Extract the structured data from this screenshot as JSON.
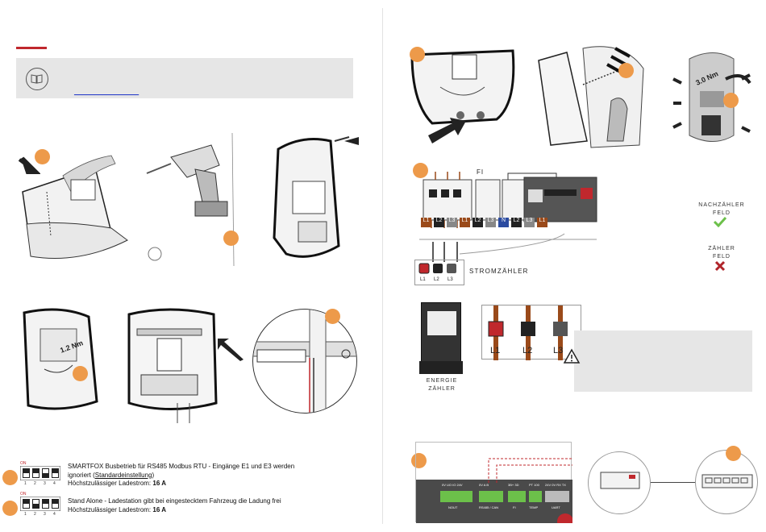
{
  "header": {
    "info_link": "________________"
  },
  "fi_label": "FI",
  "terminals": [
    "L1",
    "L2",
    "L3",
    "L1",
    "L2",
    "L3",
    "N",
    "L2",
    "L3",
    "L1"
  ],
  "stromzaehler_label": "STROMZÄHLER",
  "ct_labels": [
    "L1",
    "L2",
    "L3"
  ],
  "energie_label_1": "ENERGIE",
  "energie_label_2": "ZÄHLER",
  "ct_closeup_labels": [
    "L1",
    "L2",
    "L3"
  ],
  "nachzaehler": {
    "line1": "NACHZÄHLER",
    "line2": "FELD"
  },
  "zaehler": {
    "line1": "ZÄHLER",
    "line2": "FELD"
  },
  "torque_top": "3.0 Nm",
  "torque_bottom": "1.2 Nm",
  "dip": {
    "on_label": "ON",
    "numbers": [
      "1",
      "2",
      "3",
      "4"
    ],
    "row1": {
      "line1": "SMARTFOX Busbetrieb für RS485 Modbus RTU - Eingänge E1 und E3 werden",
      "line2_pre": "ignoriert (",
      "line2_link": "Standardeinstellung",
      "line2_post": ")",
      "line3_pre": "Höchstzulässiger Ladestrom: ",
      "line3_bold": "16 A"
    },
    "row2": {
      "line1": "Stand Alone - Ladestation gibt bei eingestecktem Fahrzeug die Ladung frei",
      "line3_pre": "Höchstzulässiger Ladestrom: ",
      "line3_bold": "16 A"
    }
  },
  "board": {
    "pins_1": "0V  UO  IO  24V",
    "pins_2": "0V  A  B",
    "pins_3": "3B+ 3D",
    "pins_4": "PT  100",
    "pins_5": "24V 0V RX TX",
    "groups": [
      "NOUT",
      "RS485 / CAN",
      "FI",
      "TEMP",
      "UART"
    ]
  },
  "colors": {
    "accent": "#ed9a4a",
    "red": "#c0282d",
    "check": "#6cc04a",
    "cross": "#b0242a",
    "link": "#2b3fc9"
  }
}
